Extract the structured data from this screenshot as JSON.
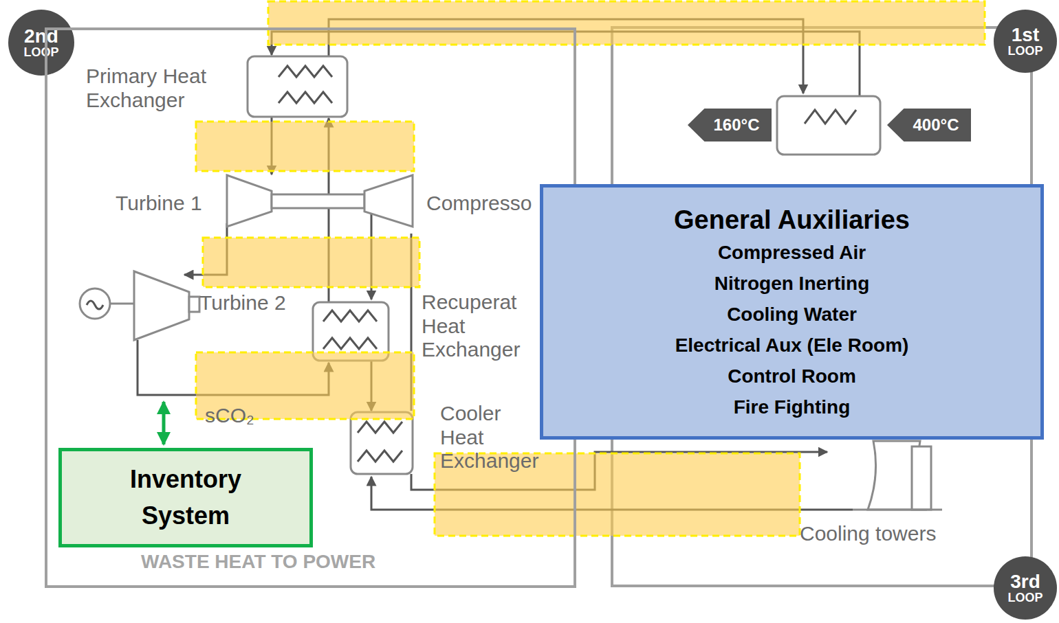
{
  "diagram": {
    "nodes": [
      {
        "text": [
          "2nd",
          "LOOP"
        ]
      },
      {
        "text": [
          "1st",
          "LOOP"
        ]
      },
      {
        "text": [
          "WASTE HEAT TO POWER"
        ]
      },
      {
        "text": [
          "Inventory System"
        ],
        "in": 2
      },
      {
        "text": [
          "160°C"
        ]
      },
      {
        "text": [
          "400°C"
        ]
      },
      {
        "text": [
          "General Auxiliaries",
          "Compressed Air",
          "Nitrogen Inerting",
          "Cooling Water",
          "Electrical Aux (Ele Room)",
          "Control Room",
          "Fire Fighting"
        ]
      },
      {
        "text": [
          "3rd",
          "LOOP"
        ]
      }
    ],
    "labels": [
      "Primary Heat Exchanger",
      "Turbine 1",
      "Compresso",
      "Turbine 2",
      "Recuperat Heat Exchanger",
      "sCO₂",
      "Cooler Heat Exchanger",
      "Cooling towers"
    ]
  }
}
